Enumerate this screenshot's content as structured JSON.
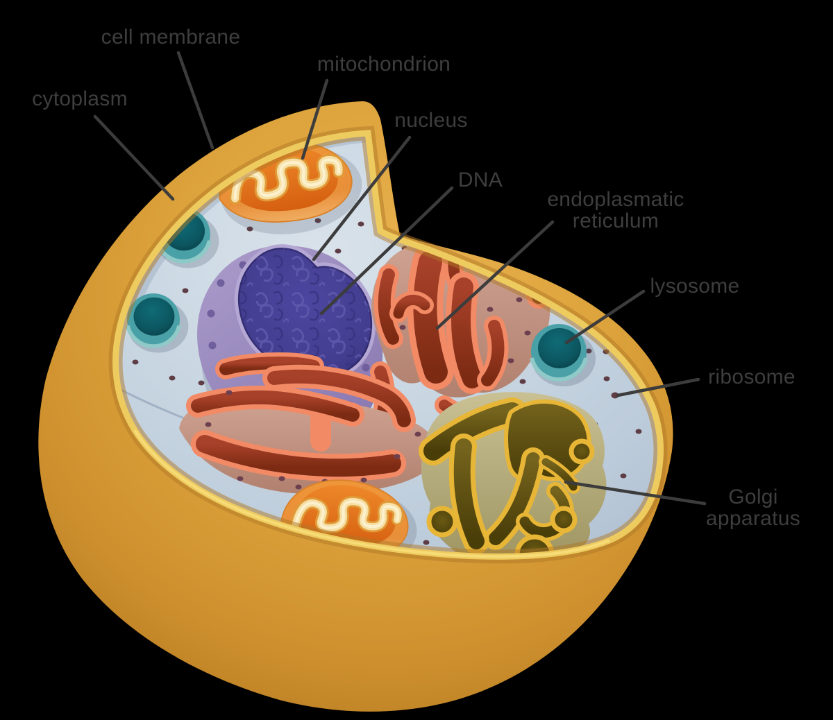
{
  "diagram": {
    "subject": "animal cell cross-section",
    "background": "#000000"
  },
  "labels": {
    "cell_membrane": "cell membrane",
    "cytoplasm": "cytoplasm",
    "mitochondrion": "mitochondrion",
    "nucleus": "nucleus",
    "dna": "DNA",
    "er_line1": "endoplasmatic",
    "er_line2": "reticulum",
    "lysosome": "lysosome",
    "ribosome": "ribosome",
    "golgi_line1": "Golgi",
    "golgi_line2": "apparatus"
  },
  "colors": {
    "background": "#000000",
    "label_text": "#3e3e3e",
    "leader_line": "#3c3c3c",
    "membrane_gold": "#d89a30",
    "membrane_rim": "#eecb5f",
    "cytoplasm": "#c6d5e2",
    "ribosome_dot": "#5e3d45",
    "lysosome_ring": "#4aa0a7",
    "lysosome_lumen": "#0c5a64",
    "mito_outer": "#f09a40",
    "mito_inner": "#e5771f",
    "mito_cristae": "#f6e0a6",
    "nucleus_envelope": "#9c8cc0",
    "nucleus_pore": "#6f5f9d",
    "nucleus_dna": "#453f92",
    "er_body": "#c89a89",
    "er_outline": "#f28a66",
    "er_lumen": "#96351d",
    "golgi_body": "#b5ac7b",
    "golgi_outline": "#e8b636",
    "golgi_lumen": "#5f5012"
  }
}
